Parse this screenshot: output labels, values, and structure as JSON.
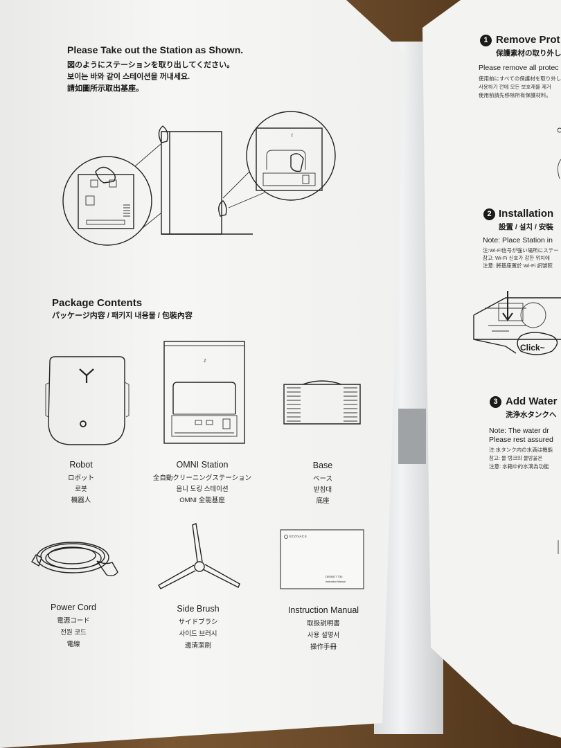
{
  "left": {
    "take_out": {
      "title": "Please Take out the Station as Shown.",
      "ja": "図のようにステーションを取り出してください。",
      "ko": "보이는 바와 같이 스테이션을 꺼내세요.",
      "zh": "請如圖所示取出基座。"
    },
    "package": {
      "title": "Package Contents",
      "subtitle": "パッケージ内容 / 패키지 내용물 / 包裝內容"
    },
    "items": [
      {
        "name": "Robot",
        "ja": "ロボット",
        "ko": "로봇",
        "zh": "機器人"
      },
      {
        "name": "OMNI Station",
        "ja": "全自動クリーニングステーション",
        "ko": "옴니 도킹 스테이션",
        "zh": "OMNI 全能基座"
      },
      {
        "name": "Base",
        "ja": "ベース",
        "ko": "받침대",
        "zh": "底座"
      },
      {
        "name": "Power Cord",
        "ja": "電源コード",
        "ko": "전원 코드",
        "zh": "電線"
      },
      {
        "name": "Side Brush",
        "ja": "サイドブラシ",
        "ko": "사이드 브러시",
        "zh": "邊清潔刷"
      },
      {
        "name": "Instruction Manual",
        "ja": "取扱説明書",
        "ko": "사용 설명서",
        "zh": "操作手冊"
      }
    ],
    "manual_cover": {
      "brand": "ECOVACS",
      "model": "DEEBOT T30",
      "caption": "Instruction Manual"
    }
  },
  "right": {
    "step1": {
      "num": "1",
      "title": "Remove Prot",
      "sub": "保護素材の取り外し",
      "line1": "Please remove all protec",
      "line2": "使用前にすべての保護材を取り外し",
      "line3": "사용하기 전에 모든 보호재를 제거",
      "line4": "使用前請先移除所有保護材料。"
    },
    "step2": {
      "num": "2",
      "title": "Installation",
      "sub": "設置 / 설치 / 安裝",
      "note": "Note: Place Station in",
      "line2": "注:Wi-Fi信号が強い場所にステー",
      "line3": "참고: Wi-Fi 신호가 강한 위치에",
      "line4": "注意: 將基座置於 Wi-Fi 訊號較",
      "click": "Click~"
    },
    "step3": {
      "num": "3",
      "title": "Add Water",
      "sub": "洗浄水タンクへ",
      "note1": "Note: The water dr",
      "note2": "Please rest assured",
      "line3": "注:水タンク内の水滴は機能",
      "line4": "참고: 물 탱크의 물방울은",
      "line5": "注意: 水箱中的水滴為功能"
    }
  }
}
